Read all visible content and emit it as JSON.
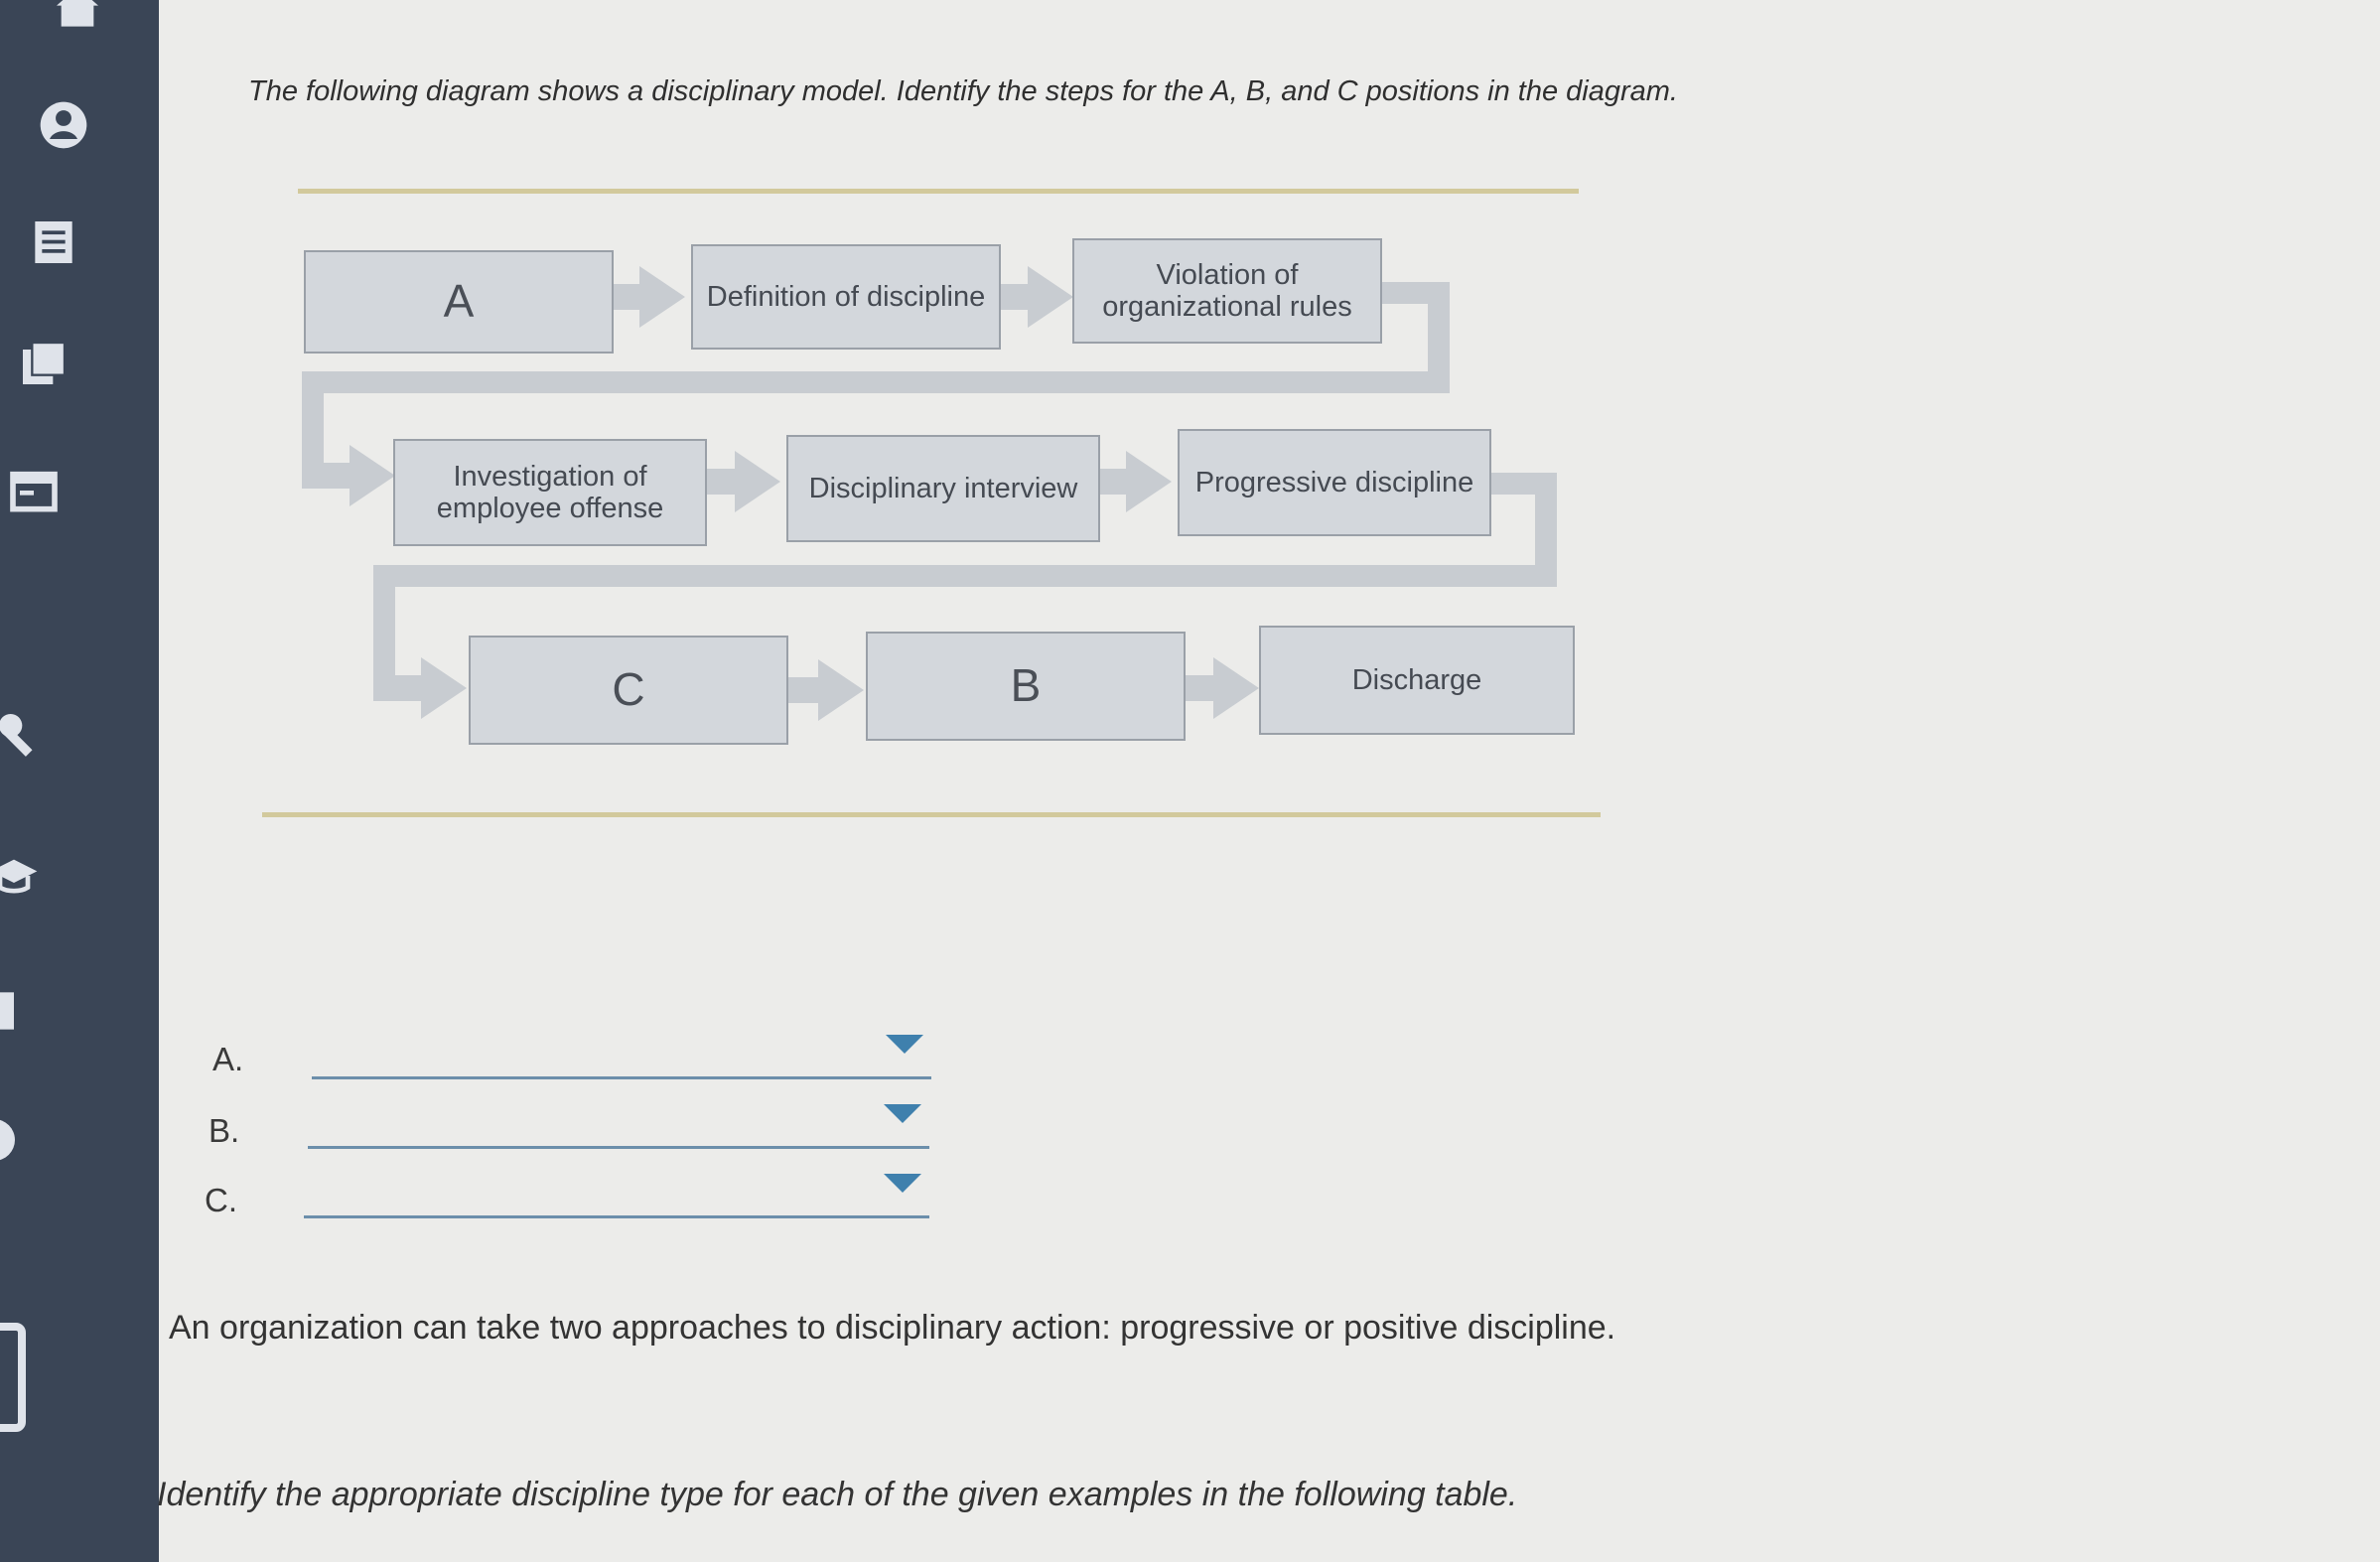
{
  "sidebar": {
    "icons": [
      "home-icon",
      "profile-icon",
      "notes-icon",
      "book-icon",
      "calendar-icon",
      "wrench-icon",
      "graduation-icon"
    ]
  },
  "question": {
    "instruction": "The following diagram shows a disciplinary model. Identify the steps for the A, B, and C positions in the diagram."
  },
  "diagram": {
    "row1": [
      "A",
      "Definition of discipline",
      "Violation of organizational rules"
    ],
    "row2": [
      "Investigation of employee offense",
      "Disciplinary interview",
      "Progressive discipline"
    ],
    "row3": [
      "C",
      "B",
      "Discharge"
    ]
  },
  "answers": [
    {
      "label": "A.",
      "value": ""
    },
    {
      "label": "B.",
      "value": ""
    },
    {
      "label": "C.",
      "value": ""
    }
  ],
  "paragraph1": "An organization can take two approaches to disciplinary action: progressive or positive discipline.",
  "paragraph2": "Identify the appropriate discipline type for each of the given examples in the following table.",
  "colors": {
    "sidebar": "#3a4556",
    "box_fill": "#d3d7dc",
    "arrow": "#c8ccd1",
    "rule": "#d2c99c",
    "dropdown_arrow": "#3f80ad"
  }
}
